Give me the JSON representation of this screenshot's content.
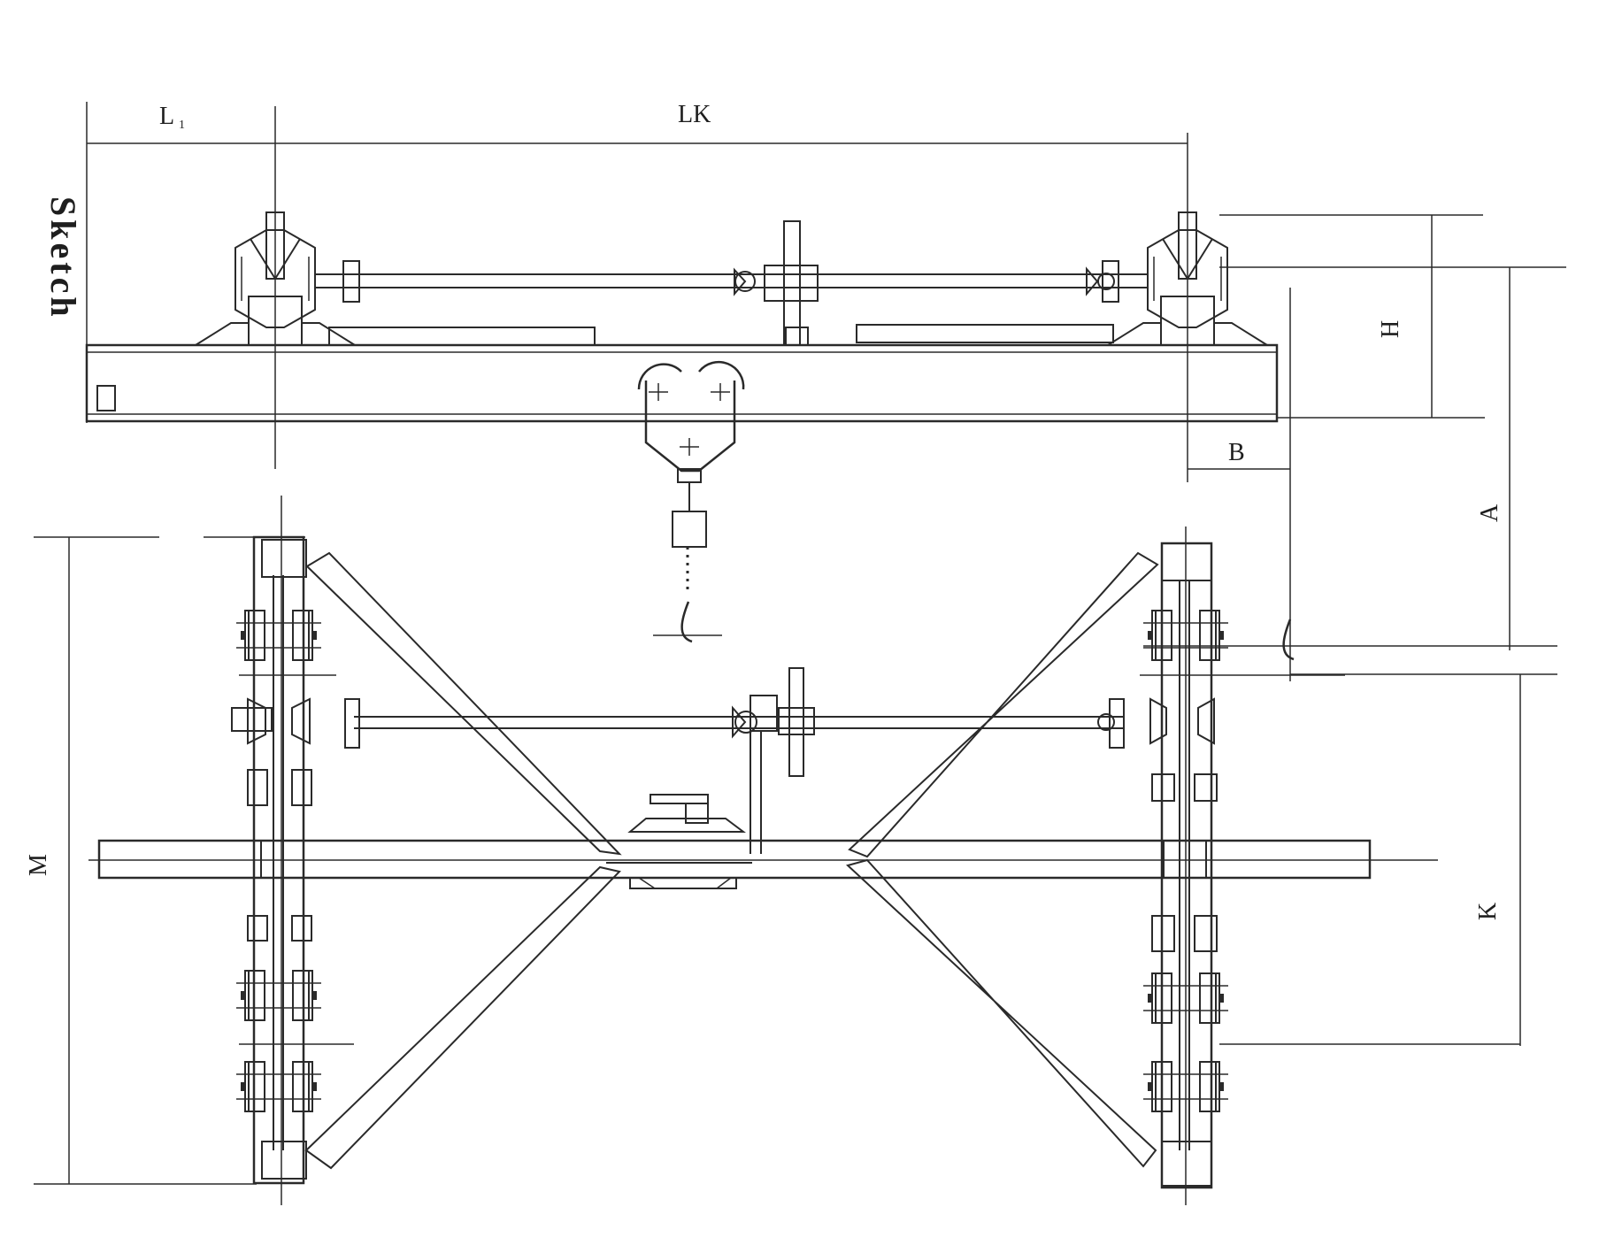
{
  "title": "Sketch",
  "dimensions": {
    "l1": "L",
    "l1_sub": "1",
    "lk": "LK",
    "h": "H",
    "b": "B",
    "a": "A",
    "m": "M",
    "k": "K"
  },
  "colors": {
    "line": "#2a2a2a",
    "paper": "#ffffff"
  }
}
